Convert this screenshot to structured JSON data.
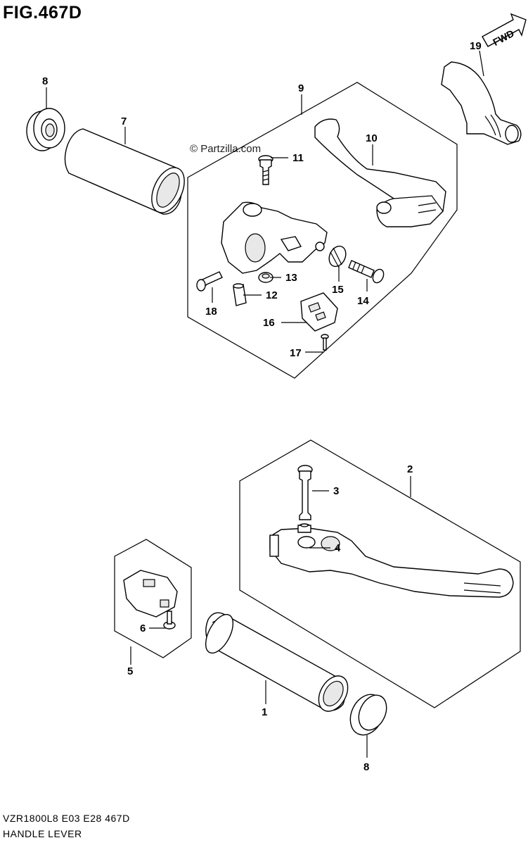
{
  "figure": {
    "title": "FIG.467D",
    "model_code": "VZR1800L8  E03  E28  467D",
    "caption": "HANDLE LEVER",
    "watermark": "© Partzilla.com",
    "direction_label": "FWD"
  },
  "callouts": [
    "1",
    "2",
    "3",
    "4",
    "5",
    "6",
    "7",
    "8",
    "8",
    "9",
    "10",
    "11",
    "12",
    "13",
    "14",
    "15",
    "16",
    "17",
    "18",
    "19"
  ]
}
